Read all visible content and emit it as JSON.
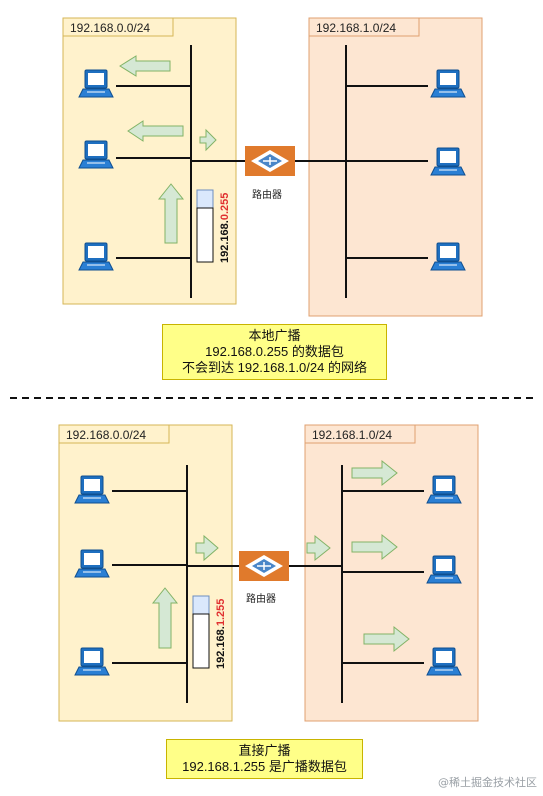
{
  "scenarios": [
    {
      "id": "local",
      "left_net": "192.168.0.0/24",
      "right_net": "192.168.1.0/24",
      "router": "路由器",
      "packet_addr_prefix": "192.168.",
      "packet_addr_highlight": "0.255",
      "caption": [
        "本地广播",
        "192.168.0.255 的数据包",
        "不会到达 192.168.1.0/24 的网络"
      ]
    },
    {
      "id": "directed",
      "left_net": "192.168.0.0/24",
      "right_net": "192.168.1.0/24",
      "router": "路由器",
      "packet_addr_prefix": "192.168.",
      "packet_addr_highlight": "1.255",
      "caption": [
        "直接广播",
        "192.168.1.255 是广播数据包"
      ]
    }
  ],
  "watermark": "@稀土掘金技术社区",
  "colors": {
    "left_fill": "#fff2cc",
    "left_stroke": "#d6b656",
    "right_fill": "#fde6d2",
    "right_stroke": "#e0a070",
    "arrow_fill": "#d5e8d4",
    "arrow_stroke": "#82b366",
    "router": "#e07a2c",
    "highlight": "#e03030",
    "computer": "#2a7fd4"
  },
  "icons": [
    "computer-icon",
    "router-icon",
    "arrow-icon",
    "packet-icon"
  ]
}
